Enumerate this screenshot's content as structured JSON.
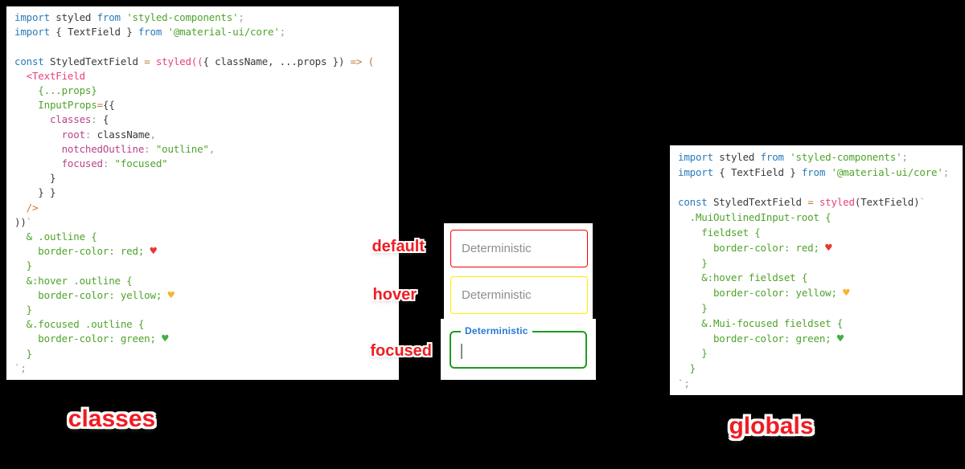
{
  "labels": {
    "default": "default",
    "hover": "hover",
    "focused": "focused",
    "classes": "classes",
    "globals": "globals"
  },
  "textfields": {
    "default_field": {
      "placeholder": "Deterministic",
      "border_color": "red"
    },
    "hover_field": {
      "placeholder": "Deterministic",
      "border_color": "yellow"
    },
    "focused_field": {
      "label": "Deterministic",
      "border_color": "green",
      "label_color": "#2979d2"
    }
  },
  "colors": {
    "background": "#000000",
    "panel_background": "#ffffff",
    "meme_label_red": "#ee1d23",
    "code_keyword_blue": "#2a7ab8",
    "code_string_green": "#4fa32b",
    "code_pink": "#e8427c",
    "code_property_magenta": "#b8438a",
    "code_operator_orange": "#c07a3a",
    "heart_red": "#e8362d",
    "heart_yellow": "#f6b52e",
    "heart_green": "#3cb043"
  },
  "left_code": {
    "lines": [
      [
        [
          "kw",
          "import"
        ],
        [
          "pl",
          " styled "
        ],
        [
          "kw",
          "from"
        ],
        [
          "pl",
          " "
        ],
        [
          "grn",
          "'styled-components'"
        ],
        [
          "gr",
          ";"
        ]
      ],
      [
        [
          "kw",
          "import"
        ],
        [
          "pl",
          " { TextField } "
        ],
        [
          "kw",
          "from"
        ],
        [
          "pl",
          " "
        ],
        [
          "grn",
          "'@material-ui/core'"
        ],
        [
          "gr",
          ";"
        ]
      ],
      [],
      [
        [
          "kw",
          "const"
        ],
        [
          "pl",
          " StyledTextField "
        ],
        [
          "op",
          "="
        ],
        [
          "pl",
          " "
        ],
        [
          "pink",
          "styled(("
        ],
        [
          "pl",
          "{ className, ...props })"
        ],
        [
          "op",
          " => ("
        ]
      ],
      [
        [
          "pink",
          "  <TextField"
        ]
      ],
      [
        [
          "grn",
          "    {...props}"
        ]
      ],
      [
        [
          "grn",
          "    InputProps"
        ],
        [
          "op",
          "="
        ],
        [
          "pl",
          "{{"
        ]
      ],
      [
        [
          "prop",
          "      classes"
        ],
        [
          "gr",
          ": "
        ],
        [
          "pl",
          "{"
        ]
      ],
      [
        [
          "prop",
          "        root"
        ],
        [
          "gr",
          ": "
        ],
        [
          "pl",
          "className"
        ],
        [
          "gr",
          ","
        ]
      ],
      [
        [
          "prop",
          "        notchedOutline"
        ],
        [
          "gr",
          ": "
        ],
        [
          "grn",
          "\"outline\""
        ],
        [
          "gr",
          ","
        ]
      ],
      [
        [
          "prop",
          "        focused"
        ],
        [
          "gr",
          ": "
        ],
        [
          "grn",
          "\"focused\""
        ]
      ],
      [
        [
          "pl",
          "      }"
        ]
      ],
      [
        [
          "pl",
          "    } }"
        ]
      ],
      [
        [
          "op",
          "  />"
        ]
      ],
      [
        [
          "pl",
          "))"
        ],
        [
          "gr",
          "`"
        ]
      ],
      [
        [
          "grn",
          "  & .outline {"
        ]
      ],
      [
        [
          "grn",
          "    border-color: red; "
        ],
        [
          "hr",
          "♥"
        ]
      ],
      [
        [
          "grn",
          "  }"
        ]
      ],
      [
        [
          "grn",
          "  &:hover .outline {"
        ]
      ],
      [
        [
          "grn",
          "    border-color: yellow; "
        ],
        [
          "hy",
          "♥"
        ]
      ],
      [
        [
          "grn",
          "  }"
        ]
      ],
      [
        [
          "grn",
          "  &.focused .outline {"
        ]
      ],
      [
        [
          "grn",
          "    border-color: green; "
        ],
        [
          "hg",
          "♥"
        ]
      ],
      [
        [
          "grn",
          "  }"
        ]
      ],
      [
        [
          "gr",
          "`;"
        ]
      ]
    ]
  },
  "right_code": {
    "lines": [
      [
        [
          "kw",
          "import"
        ],
        [
          "pl",
          " styled "
        ],
        [
          "kw",
          "from"
        ],
        [
          "pl",
          " "
        ],
        [
          "grn",
          "'styled-components'"
        ],
        [
          "gr",
          ";"
        ]
      ],
      [
        [
          "kw",
          "import"
        ],
        [
          "pl",
          " { TextField } "
        ],
        [
          "kw",
          "from"
        ],
        [
          "pl",
          " "
        ],
        [
          "grn",
          "'@material-ui/core'"
        ],
        [
          "gr",
          ";"
        ]
      ],
      [],
      [
        [
          "kw",
          "const"
        ],
        [
          "pl",
          " StyledTextField "
        ],
        [
          "op",
          "="
        ],
        [
          "pl",
          " "
        ],
        [
          "pink",
          "styled"
        ],
        [
          "pl",
          "(TextField)"
        ],
        [
          "gr",
          "`"
        ]
      ],
      [
        [
          "grn",
          "  .MuiOutlinedInput-root {"
        ]
      ],
      [
        [
          "grn",
          "    fieldset {"
        ]
      ],
      [
        [
          "grn",
          "      border-color: red; "
        ],
        [
          "hr",
          "♥"
        ]
      ],
      [
        [
          "grn",
          "    }"
        ]
      ],
      [
        [
          "grn",
          "    &:hover fieldset {"
        ]
      ],
      [
        [
          "grn",
          "      border-color: yellow; "
        ],
        [
          "hy",
          "♥"
        ]
      ],
      [
        [
          "grn",
          "    }"
        ]
      ],
      [
        [
          "grn",
          "    &.Mui-focused fieldset {"
        ]
      ],
      [
        [
          "grn",
          "      border-color: green; "
        ],
        [
          "hg",
          "♥"
        ]
      ],
      [
        [
          "grn",
          "    }"
        ]
      ],
      [
        [
          "grn",
          "  }"
        ]
      ],
      [
        [
          "gr",
          "`;"
        ]
      ]
    ]
  }
}
